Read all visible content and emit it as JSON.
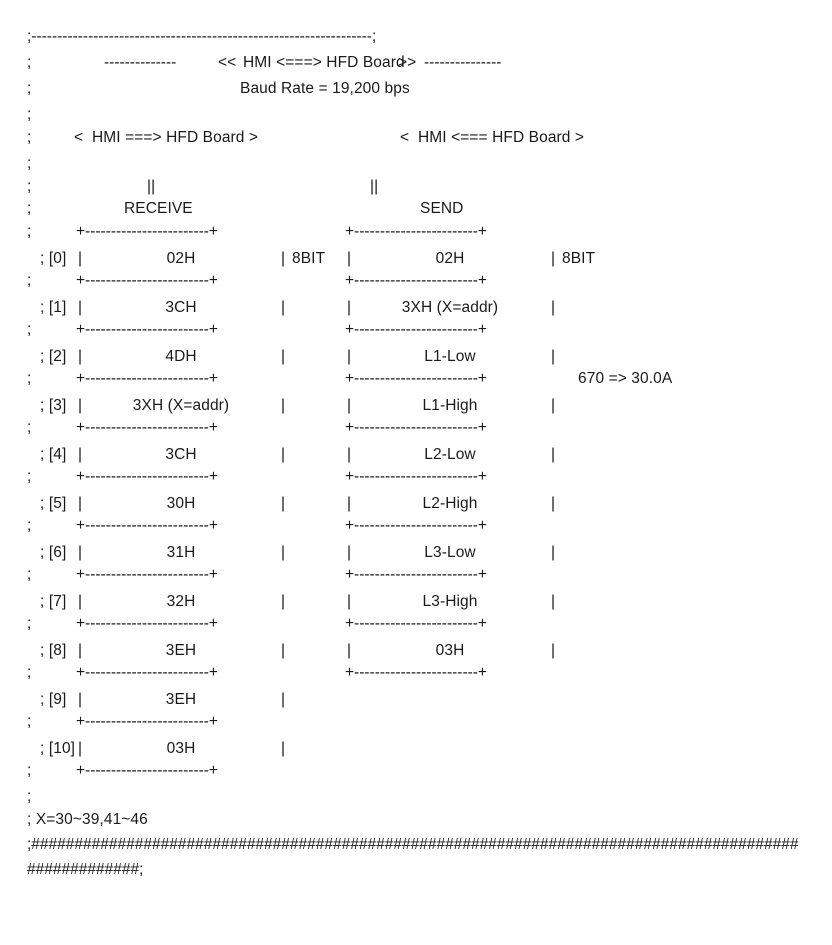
{
  "document": {
    "kind": "source-code-comment-block",
    "comment_marker": ";",
    "background_color": "#ffffff",
    "text_color": "#1a1a1a"
  },
  "header": {
    "top_rule": ";------------------------------------------------------------------;",
    "title_line": {
      "marker": ";",
      "left_dashes": "--------------",
      "open": "<<",
      "title": "HMI <===> HFD Board",
      "close": ">>",
      "right_dashes": "---------------"
    },
    "baud_line": {
      "marker": ";",
      "text": "Baud Rate = 19,200 bps"
    },
    "blank_marker": ";"
  },
  "columns": {
    "left": {
      "direction_label": "<  HMI ===> HFD Board >",
      "pipe_marker": "||",
      "name": "RECEIVE",
      "rule": "+------------------------+",
      "border": "|"
    },
    "right": {
      "direction_label": "<  HMI <=== HFD Board >",
      "pipe_marker": "||",
      "name": "SEND",
      "rule": "+------------------------+",
      "border": "|"
    }
  },
  "rows": [
    {
      "index": "; [0]",
      "left_value": "02H",
      "left_note": "8BIT",
      "right_value": "02H",
      "right_note": "8BIT",
      "annotation": ""
    },
    {
      "index": "; [1]",
      "left_value": "3CH",
      "left_note": "",
      "right_value": "3XH (X=addr)",
      "right_note": "",
      "annotation": ""
    },
    {
      "index": "; [2]",
      "left_value": "4DH",
      "left_note": "",
      "right_value": "L1-Low",
      "right_note": "",
      "annotation": ""
    },
    {
      "index": "; [3]",
      "left_value": "3XH (X=addr)",
      "left_note": "",
      "right_value": "L1-High",
      "right_note": "",
      "annotation": "670 => 30.0A"
    },
    {
      "index": "; [4]",
      "left_value": "3CH",
      "left_note": "",
      "right_value": "L2-Low",
      "right_note": "",
      "annotation": ""
    },
    {
      "index": "; [5]",
      "left_value": "30H",
      "left_note": "",
      "right_value": "L2-High",
      "right_note": "",
      "annotation": ""
    },
    {
      "index": "; [6]",
      "left_value": "31H",
      "left_note": "",
      "right_value": "L3-Low",
      "right_note": "",
      "annotation": ""
    },
    {
      "index": "; [7]",
      "left_value": "32H",
      "left_note": "",
      "right_value": "L3-High",
      "right_note": "",
      "annotation": ""
    },
    {
      "index": "; [8]",
      "left_value": "3EH",
      "left_note": "",
      "right_value": "03H",
      "right_note": "",
      "annotation": ""
    },
    {
      "index": "; [9]",
      "left_value": "3EH",
      "left_note": "",
      "right_value": "",
      "right_note": "",
      "annotation": ""
    },
    {
      "index": "; [10]",
      "left_value": "03H",
      "left_note": "",
      "right_value": "",
      "right_note": "",
      "annotation": ""
    }
  ],
  "footer": {
    "blank_marker": ";",
    "addr_range": "; X=30~39,41~46",
    "hash_line_1": ";#########################################################################################",
    "hash_line_2": "#############;"
  },
  "annotations": {
    "current_scaling": "670 => 30.0A"
  }
}
